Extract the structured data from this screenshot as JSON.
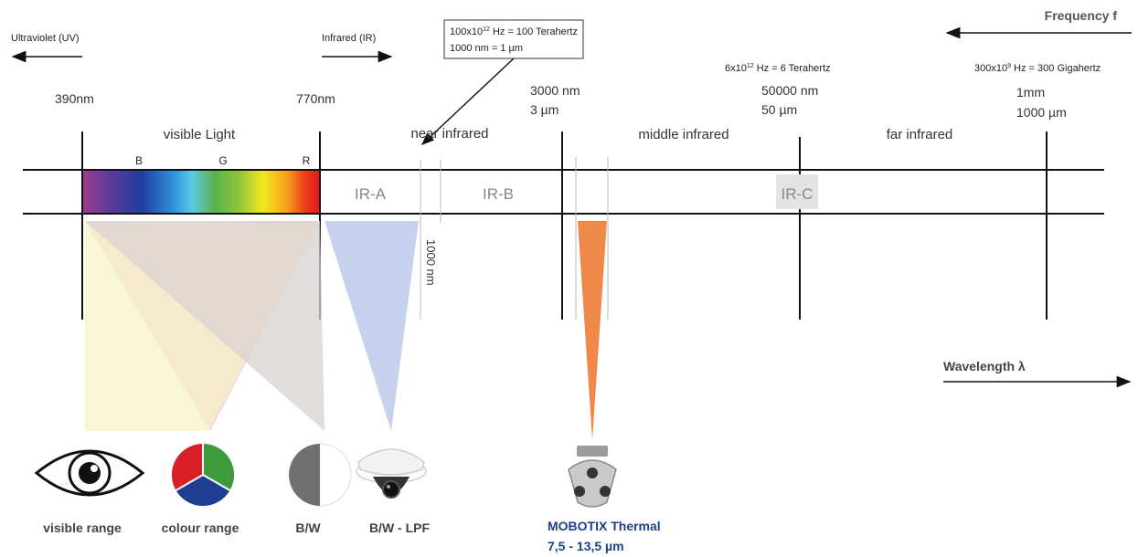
{
  "frequency_label": "Frequency f",
  "wavelength_label": "Wavelength λ",
  "uv_label": "Ultraviolet (UV)",
  "ir_label": "Infrared (IR)",
  "callout": {
    "line1": "100x10",
    "line1_sup": "12",
    "line1_rest": " Hz = 100 Terahertz",
    "line2": "1000 nm = 1 µm"
  },
  "freq_6thz": {
    "pre": "6x10",
    "sup": "12",
    "post": " Hz = 6 Terahertz"
  },
  "freq_300ghz": {
    "pre": "300x10",
    "sup": "9",
    "post": " Hz = 300 Gigahertz"
  },
  "wl_390": "390nm",
  "wl_770": "770nm",
  "wl_3000": {
    "a": "3000 nm",
    "b": "3 µm"
  },
  "wl_50000": {
    "a": "50000 nm",
    "b": "50 µm"
  },
  "wl_1mm": {
    "a": "1mm",
    "b": "1000 µm"
  },
  "regions": {
    "visible": "visible Light",
    "near": "near infrared",
    "middle": "middle infrared",
    "far": "far infrared"
  },
  "bgr": {
    "b": "B",
    "g": "G",
    "r": "R"
  },
  "bands": {
    "a": "IR-A",
    "b": "IR-B",
    "c": "IR-C"
  },
  "marker_1000nm": "1000 nm",
  "captions": {
    "visible": "visible range",
    "colour": "colour range",
    "bw": "B/W",
    "bwlpf": "B/W - LPF",
    "thermal_name": "MOBOTIX Thermal",
    "thermal_range": "7,5 - 13,5 µm"
  },
  "colors": {
    "thermal_orange": "#f0884a",
    "mobotix_blue": "#1e3f8a",
    "visible_fill": "#f5f6cf",
    "colour_fill": "#f7c5d3",
    "bw_fill": "#d9d4d4",
    "lpf_fill": "#bccae8"
  }
}
